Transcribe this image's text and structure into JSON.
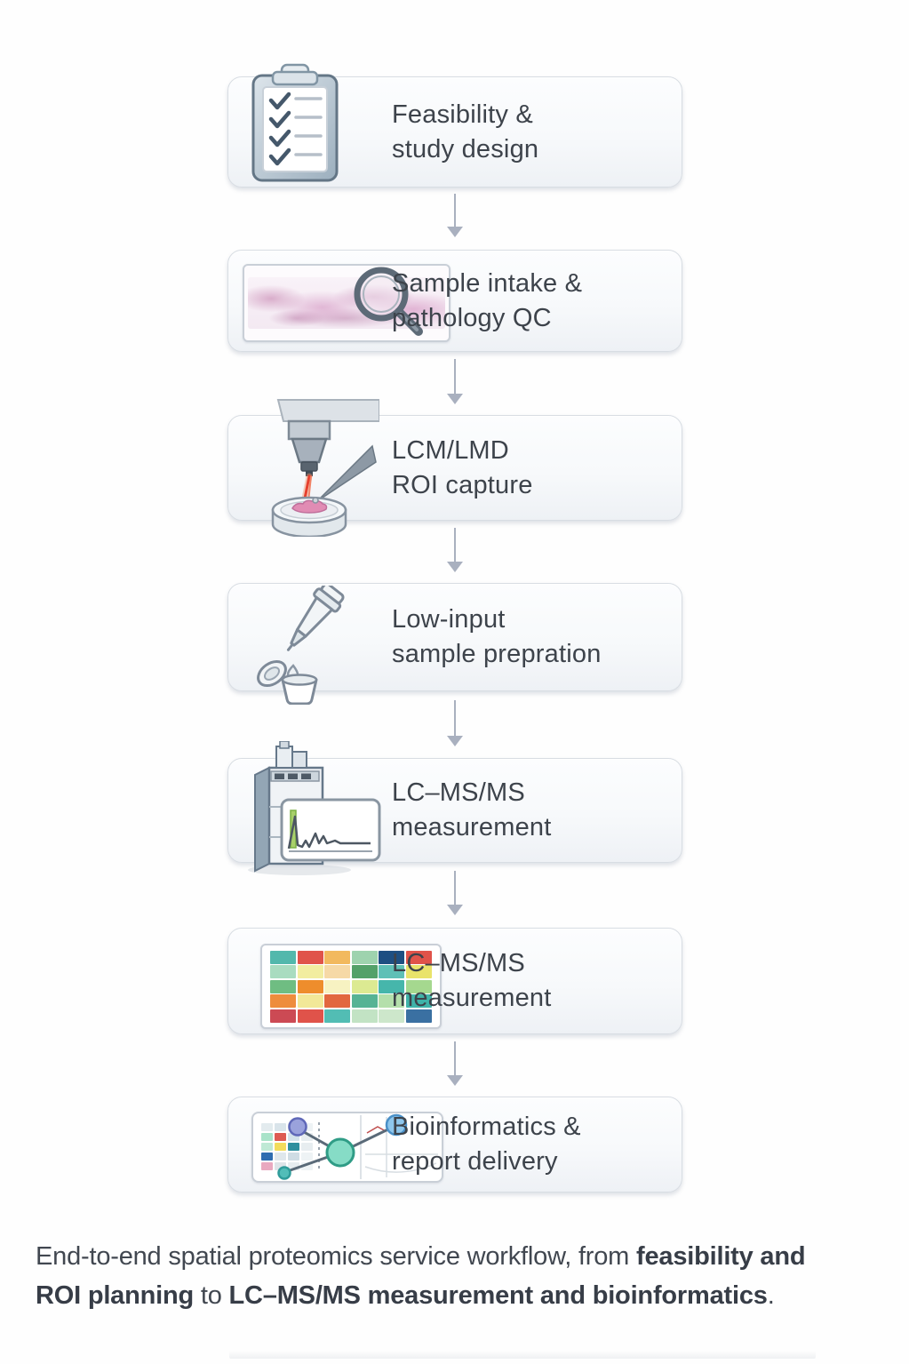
{
  "flow": {
    "steps": [
      {
        "label_line1": "Feasibility &",
        "label_line2": "study design",
        "icon": "clipboard-checklist-icon"
      },
      {
        "label_line1": "Sample intake &",
        "label_line2": "pathology QC",
        "icon": "histology-slide-magnifier-icon"
      },
      {
        "label_line1": "LCM/LMD",
        "label_line2": "ROI capture",
        "icon": "laser-capture-microdissection-icon"
      },
      {
        "label_line1": "Low-input",
        "label_line2": "sample prepration",
        "icon": "pipette-microtube-icon"
      },
      {
        "label_line1": "LC–MS/MS",
        "label_line2": "measurement",
        "icon": "lc-ms-instrument-icon"
      },
      {
        "label_line1": "LC–MS/MS",
        "label_line2": "measurement",
        "icon": "heatmap-icon"
      },
      {
        "label_line1": "Bioinformatics &",
        "label_line2": "report delivery",
        "icon": "network-report-icon"
      }
    ],
    "arrow_color": "#a9b0bf"
  },
  "caption": {
    "part1": "End-to-end spatial proteomics service workflow, from ",
    "part2_bold": "feasibility and ROI planning",
    "part3": " to ",
    "part4_bold": "LC–MS/MS measurement and bioinformatics",
    "part5": "."
  },
  "icon_data": {
    "heatmap_rows": [
      [
        "#52b8ac",
        "#e0534a",
        "#f2b95e",
        "#9ed3ae",
        "#1e4f82",
        "#e0534a"
      ],
      [
        "#a9dcc0",
        "#f2eda0",
        "#f6d9a6",
        "#53a169",
        "#5fc0b6",
        "#e9e36a"
      ],
      [
        "#6fbd82",
        "#ee8d2c",
        "#f7f2c2",
        "#dcea92",
        "#46b6ab",
        "#a5d88f"
      ],
      [
        "#ee8d3d",
        "#f2e898",
        "#e2673f",
        "#56b394",
        "#b4dfab",
        "#3fb3a9"
      ],
      [
        "#cc4a54",
        "#e0534a",
        "#52bdb4",
        "#c2e3c4",
        "#cde7cb",
        "#3a70a2"
      ]
    ],
    "mini_heatmap_rows": [
      [
        "#e3ebee",
        "#d9e4ea",
        "#e7edf0",
        "#eef3f5"
      ],
      [
        "#a9e3c9",
        "#dd5b52",
        "#d3e2ea",
        "#e7edf0"
      ],
      [
        "#bfe9d5",
        "#f2dc5c",
        "#2f8f9e",
        "#e7edf0"
      ],
      [
        "#2e6cb0",
        "#dfe7ec",
        "#cfdce4",
        "#eef3f5"
      ],
      [
        "#e9a9c0",
        "#dde4e8",
        "#e7edf0",
        "#eef3f5"
      ]
    ]
  },
  "colors": {
    "box_border": "#d8dde3",
    "box_background_top": "#fcfdfe",
    "box_background_bottom": "#eef1f5",
    "step_text": "#3d434b",
    "caption_text": "#414750",
    "arrow": "#a9b0bf",
    "laser_red": "#e6402e",
    "tissue_pink": "#e18cb4",
    "chromatogram_green": "#a8d06a"
  }
}
